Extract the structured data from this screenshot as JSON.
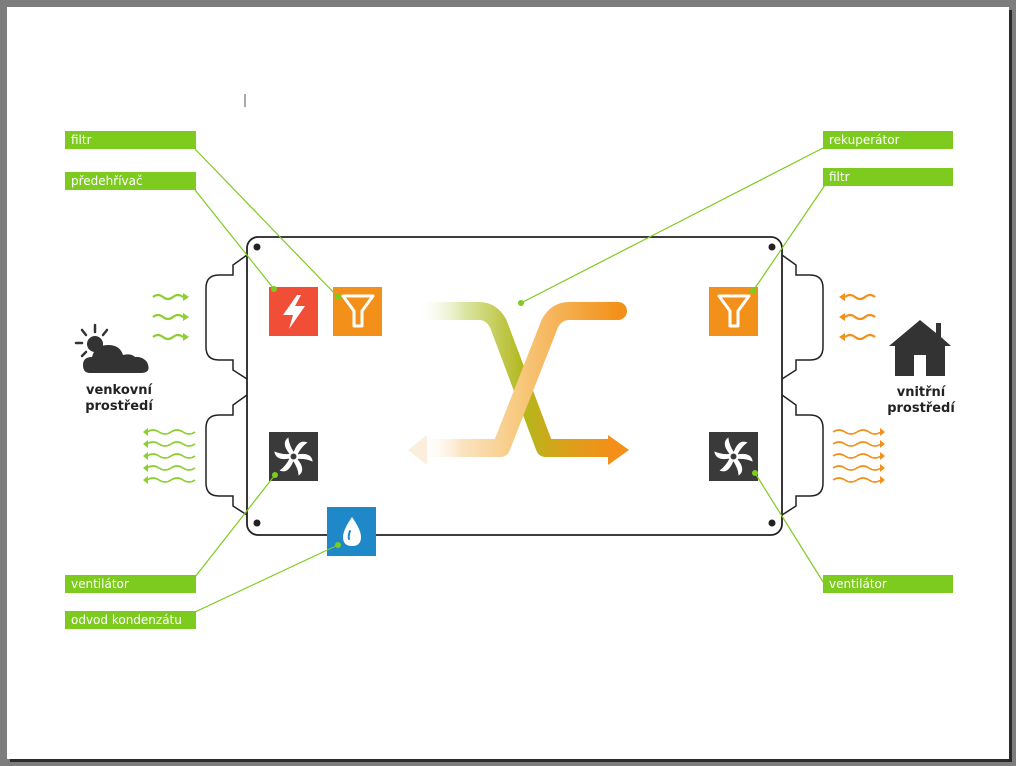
{
  "labels": {
    "left": {
      "filtr": "filtr",
      "predehrivac": "předehřívač",
      "ventilator": "ventilátor",
      "odvod": "odvod kondenzátu"
    },
    "right": {
      "rekuperator": "rekuperátor",
      "filtr": "filtr",
      "ventilator": "ventilátor"
    }
  },
  "environment": {
    "outdoor": {
      "line1": "venkovní",
      "line2": "prostředí"
    },
    "indoor": {
      "line1": "vnitřní",
      "line2": "prostředí"
    }
  },
  "icons": {
    "heater": "lightning-icon",
    "filter": "funnel-filter-icon",
    "fan": "fan-icon",
    "condensate": "water-drop-icon",
    "outdoor": "sun-cloud-icon",
    "indoor": "house-icon"
  },
  "colors": {
    "label_bg": "#7dcb1f",
    "leader": "#7dcb1f",
    "heater": "#f04e37",
    "filter": "#f39019",
    "fan": "#3a3a3a",
    "condensate": "#1e88c8",
    "fresh_air": "#8ccf2e",
    "warm_air": "#f39019"
  }
}
